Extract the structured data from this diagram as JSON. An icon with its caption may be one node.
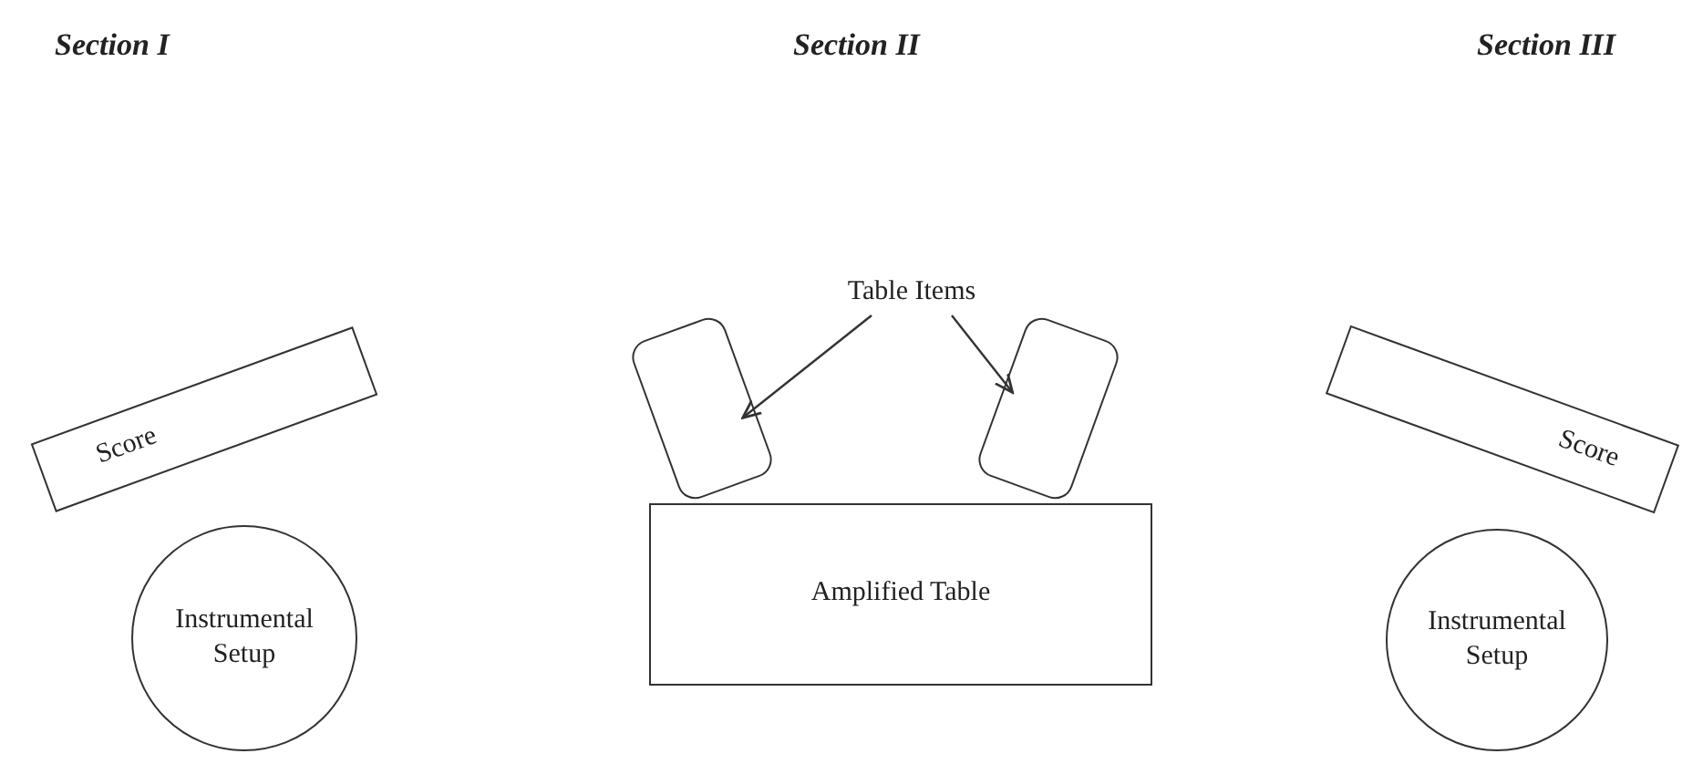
{
  "diagram": {
    "nodes": [
      {
        "text": [
          "Score"
        ]
      },
      {
        "text": [
          "Instrumental Setup"
        ]
      },
      {
        "text": [
          "Table Items"
        ]
      },
      {
        "text": [],
        "shape": "box"
      },
      {
        "text": [],
        "shape": "box"
      },
      {
        "text": [
          "Amplified Table"
        ]
      },
      {
        "text": [
          "Score"
        ]
      },
      {
        "text": [
          "Instrumental Setup"
        ]
      }
    ],
    "edges": [
      {
        "from": 2,
        "to": 3,
        "arrow": "to"
      },
      {
        "from": 2,
        "to": 4,
        "arrow": "to"
      }
    ],
    "labels": [
      "Section I",
      "Section II",
      "Section III"
    ]
  }
}
